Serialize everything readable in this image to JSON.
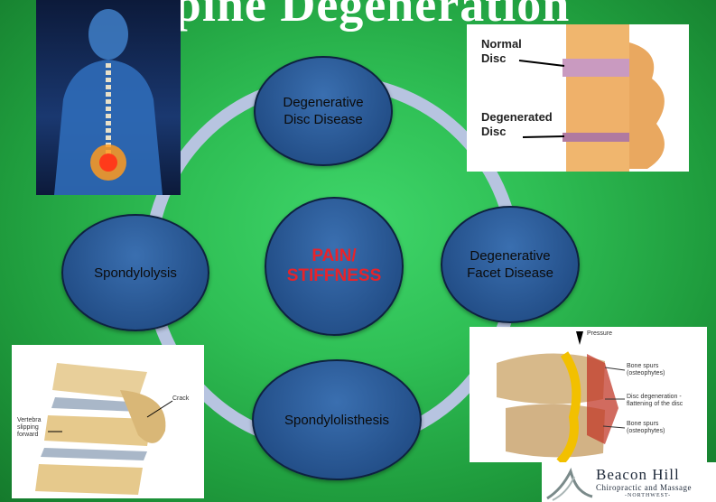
{
  "slide": {
    "title": "Spine Degeneration",
    "center": {
      "line1": "PAIN/",
      "line2": "STIFFNESS"
    },
    "nodes": {
      "top": {
        "line1": "Degenerative",
        "line2": "Disc Disease"
      },
      "right": {
        "line1": "Degenerative",
        "line2": "Facet Disease"
      },
      "bottom": {
        "line1": "Spondylolisthesis"
      },
      "left": {
        "line1": "Spondylolysis"
      }
    },
    "images": {
      "disc": {
        "normal": "Normal",
        "normal2": "Disc",
        "degenerated": "Degenerated",
        "degenerated2": "Disc"
      },
      "slip": {
        "label1": "Vertebra",
        "label2": "slipping",
        "label3": "forward",
        "crack": "Crack"
      },
      "facet": {
        "pressure": "Pressure",
        "spurs1": "Bone spurs",
        "spurs1b": "(osteophytes)",
        "disc_degen": "Disc degeneration -",
        "disc_degen2": "flattening of the disc",
        "spurs2": "Bone spurs",
        "spurs2b": "(osteophytes)"
      }
    },
    "logo": {
      "name": "Beacon Hill",
      "sub": "Chiropractic and Massage",
      "region": "-NORTHWEST-"
    }
  },
  "colors": {
    "background": "#2fbf55",
    "node_fill": "#24508a",
    "ring": "#b7c4e0",
    "center_text": "#e8232a"
  }
}
